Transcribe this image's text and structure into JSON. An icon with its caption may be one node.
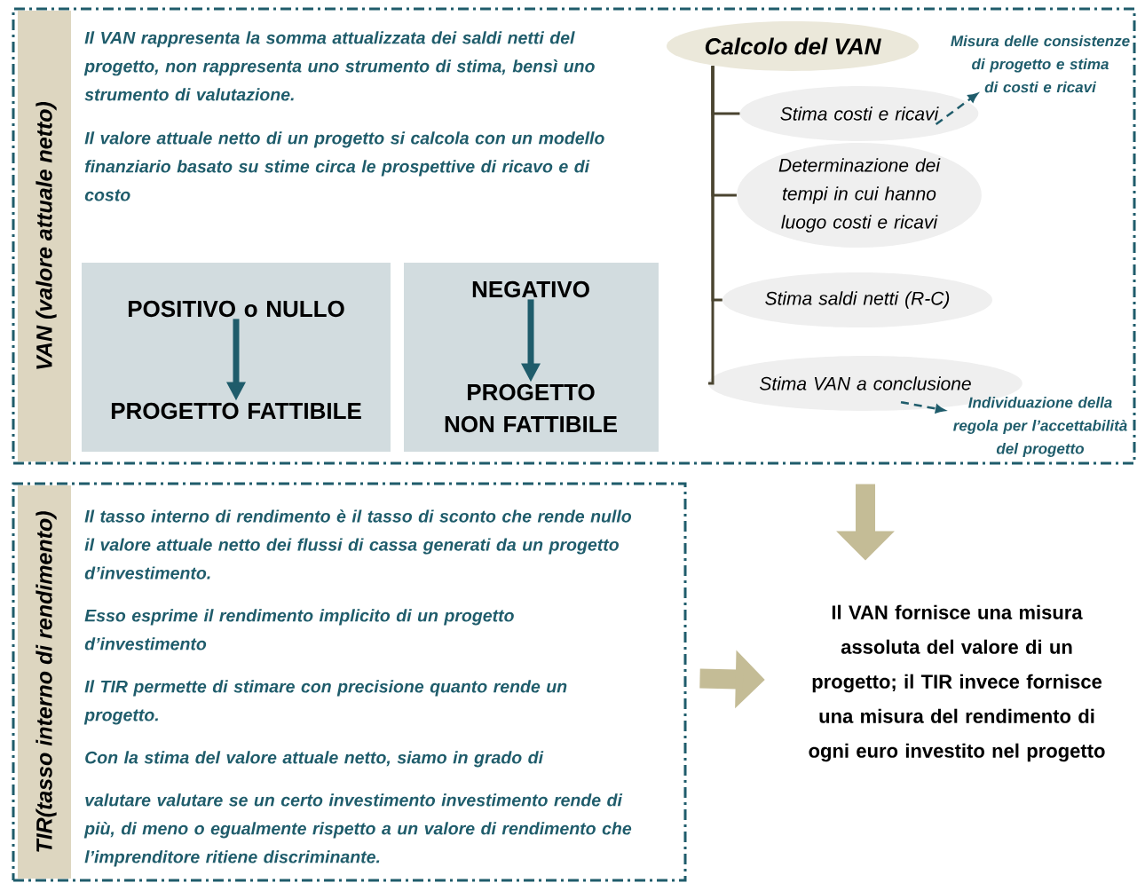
{
  "diagram": {
    "nodes": [
      {
        "text": [
          "VAN (valore attuale netto)",
          "Il VAN rappresenta la somma attualizzata dei saldi netti del progetto, non rappresenta uno strumento di stima, bensì uno strumento di valutazione.",
          "Il valore attuale netto di un progetto si calcola con un modello finanziario basato su stime circa le prospettive di ricavo e di costo"
        ]
      },
      {
        "text": [],
        "shape": "box",
        "in": 0
      },
      {
        "text": [
          "POSITIVO o NULLO"
        ],
        "in": 1
      },
      {
        "text": [
          "PROGETTO FATTIBILE"
        ],
        "in": 1
      },
      {
        "text": [],
        "shape": "box",
        "in": 0
      },
      {
        "text": [
          "NEGATIVO"
        ],
        "in": 4
      },
      {
        "text": [
          "PROGETTO NON FATTIBILE"
        ],
        "in": 4
      },
      {
        "text": [
          "Calcolo del VAN"
        ],
        "in": 0
      },
      {
        "text": [
          "Stima costi e ricavi"
        ],
        "in": 0
      },
      {
        "text": [
          "Determinazione dei tempi in cui hanno luogo costi e ricavi"
        ],
        "in": 0
      },
      {
        "text": [
          "Stima saldi netti (R-C)"
        ],
        "in": 0
      },
      {
        "text": [
          "Stima VAN a conclusione"
        ],
        "in": 0
      },
      {
        "text": [
          "Misura delle consistenze di progetto e stima di costi e ricavi"
        ],
        "in": 0
      },
      {
        "text": [
          "Individuazione della regola per l’accettabilità del progetto"
        ],
        "in": 0
      },
      {
        "text": [
          "TIR(tasso interno di rendimento)",
          "Il tasso interno di rendimento è il tasso di sconto che rende nullo il valore attuale netto dei flussi di cassa generati da un progetto d’investimento.",
          "Esso esprime il rendimento implicito di un progetto d’investimento",
          "Il TIR permette di stimare con precisione quanto rende un progetto.",
          "Con la stima del valore attuale netto, siamo in grado di",
          "valutare valutare se un certo investimento investimento rende di più, di meno o egualmente rispetto a un valore di rendimento che l’imprenditore ritiene discriminante."
        ]
      },
      {
        "text": [
          "Il VAN fornisce una misura assoluta del valore di un progetto; il TIR invece fornisce una misura del rendimento di ogni euro investito nel progetto"
        ]
      }
    ],
    "edges": [
      {
        "from": 2,
        "to": 3,
        "arrow": "to",
        "style": "thick",
        "color": "#1f5c6b"
      },
      {
        "from": 5,
        "to": 6,
        "arrow": "to",
        "style": "thick",
        "color": "#1f5c6b"
      },
      {
        "from": 7,
        "to": 8,
        "arrow": "none"
      },
      {
        "from": 7,
        "to": 9,
        "arrow": "none"
      },
      {
        "from": 7,
        "to": 10,
        "arrow": "none"
      },
      {
        "from": 7,
        "to": 11,
        "arrow": "none"
      },
      {
        "from": 8,
        "to": 12,
        "arrow": "to",
        "style": "dashed",
        "color": "#1f5c6b"
      },
      {
        "from": 11,
        "to": 13,
        "arrow": "to",
        "style": "dashed",
        "color": "#1f5c6b"
      },
      {
        "from": 0,
        "to": 15,
        "arrow": "to",
        "style": "thick",
        "color": "#c4bc96"
      },
      {
        "from": 14,
        "to": 15,
        "arrow": "to",
        "style": "thick",
        "color": "#c4bc96"
      }
    ]
  }
}
